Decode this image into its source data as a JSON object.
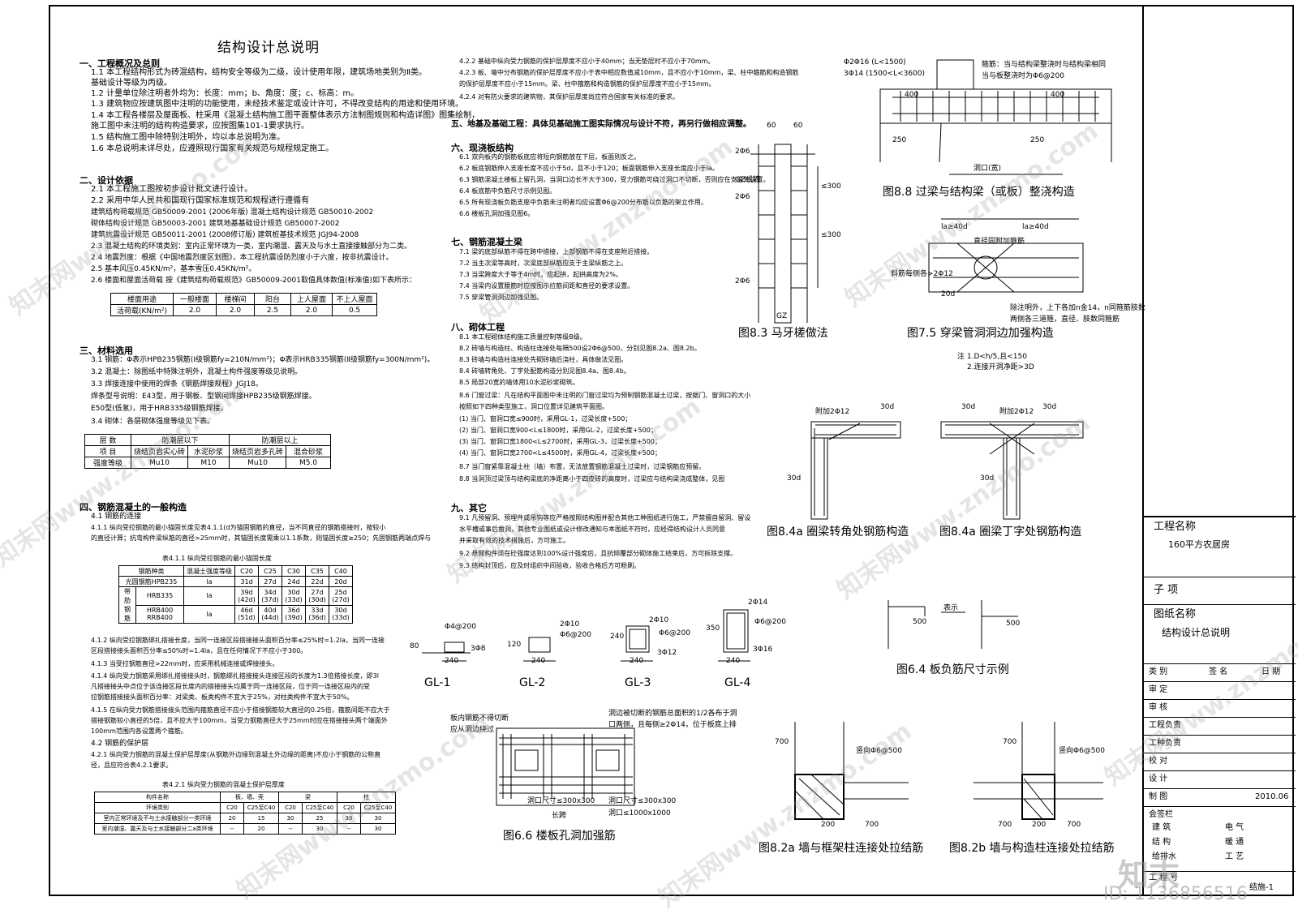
{
  "title": "结构设计总说明",
  "s1": {
    "head": "一、工程概况及总则",
    "lines": [
      "1.1  本工程结构形式为砖混结构，结构安全等级为二级，设计使用年限，建筑场地类别为Ⅱ类。",
      "      基础设计等级为丙级。",
      "1.2  计量单位除注明者外均为：长度：mm；b、角度：度；c、标高：m。",
      "1.3  建筑物应按建筑图中注明的功能使用，未经技术鉴定或设计许可，不得改变结构的用途和使用环境。",
      "1.4  本工程各楼层及屋面板、柱采用《混凝土结构施工图平面整体表示方法制图规则和构造详图》图集绘制，",
      "      施工图中未注明的结构构造要求，应按图集101-1要求执行。",
      "1.5  结构施工图中除特别注明外，均以本总说明为准。",
      "1.6  本总说明未详尽处，应遵照现行国家有关规范与规程规定施工。"
    ]
  },
  "s2": {
    "head": "二、设计依据",
    "lines": [
      "2.1  本工程施工图按初步设计批文进行设计。",
      "2.2  采用中华人民共和国现行国家标准规范和规程进行遵循有",
      "        建筑结构荷载规范 GB50009-2001 (2006年版)          混凝土结构设计规范 GB50010-2002",
      "        砌体结构设计规范 GB50003-2001                         建筑地基基础设计规范 GB50007-2002",
      "        建筑抗震设计规范 GB50011-2001 (2008修订版)       建筑桩基技术规范 JGJ94-2008",
      "2.3  混凝土结构的环境类别：室内正常环境为一类，室内潮湿、露天及与水土直接接触部分为二类。",
      "2.4  地震烈度：根据《中国地震烈度区划图》，本工程抗震设防烈度小于六度，按非抗震设计。",
      "2.5  基本风压0.45KN/m²，基本雪压0.45KN/m²。",
      "2.6  楼面和屋面活荷载 按《建筑结构荷载规范》GB50009-2001取值具体数值(标准值)如下表所示："
    ],
    "load_headers": [
      "楼面用途",
      "一般楼面",
      "楼梯间",
      "阳台",
      "上人屋面",
      "不上人屋面"
    ],
    "load_row": [
      "活荷载(KN/m²)",
      "2.0",
      "2.0",
      "2.5",
      "2.0",
      "0.5"
    ]
  },
  "s3": {
    "head": "三、材料选用",
    "lines": [
      "3.1  钢筋：Φ表示HPB235钢筋(Ⅰ级钢筋fy=210N/mm²)；Φ表示HRB335钢筋(Ⅱ级钢筋fy=300N/mm²)。",
      "3.2  混凝土：除图纸中特殊注明外，混凝土构件强度等级见说明。",
      "3.3  焊接连接中使用的焊条《钢筋焊接规程》JGJ18。",
      "      焊条型号说明：E43型，用于钢板、型钢间焊接HPB235级钢筋焊接。",
      "      E50型(低氢)，用于HRB335级钢筋焊接。",
      "3.4  砌体：各层砌体强度等级见下表。"
    ],
    "mat_top": [
      "层 数",
      "防潮层以下",
      "防潮层以上"
    ],
    "mat_row1": [
      "项  目",
      "烧结页岩实心砖",
      "水泥砂浆",
      "烧结页岩多孔砖",
      "混合砂浆"
    ],
    "mat_row2": [
      "强度等级",
      "Mu10",
      "M10",
      "Mu10",
      "M5.0"
    ]
  },
  "s4": {
    "head": "四、钢筋混凝土的一般构造",
    "lines": [
      "4.1  钢筋的连接",
      "4.1.1  纵向受拉钢筋的最小锚固长度见表4.1.1(d为锚固钢筋的直径，当不同直径的钢筋搭接时，按较小",
      "         的直径计算；抗弯构件梁纵筋的直径>25mm时，其锚固长度需乘以1.1系数，则锚固长度≥250；先固钢筋两端点焊与",
      "表4.1.1  纵向受拉钢筋的最小锚固长度"
    ],
    "anchor_headers": [
      "钢筋种类",
      "混凝土强度等级",
      "C20",
      "C25",
      "C30",
      "C35",
      "C40"
    ],
    "anchor_rows": [
      [
        "光圆钢筋HPB235",
        "la",
        "31d",
        "27d",
        "24d",
        "22d",
        "20d"
      ],
      [
        "HRB335",
        "la",
        "39d (42d)",
        "34d (37d)",
        "30d (33d)",
        "27d (30d)",
        "25d (27d)"
      ],
      [
        "HRB400 RRB400",
        "la",
        "46d (51d)",
        "40d (44d)",
        "36d (39d)",
        "33d (36d)",
        "30d (33d)"
      ]
    ],
    "anchor_group": "带肋钢筋",
    "lines2": [
      "4.1.2  纵向受拉钢筋绑扎搭接长度，当同一连接区段搭接接头面积百分率≤25%时=1.2la，当同一连接",
      "         区段搭接接头面积百分率≤50%时=1.4la，且在任何情况下不应小于300。",
      "4.1.3  当受拉钢筋直径>22mm时，应采用机械连接或焊接接头。",
      "4.1.4  纵向受力钢筋采用绑扎搭接接头时，钢筋绑扎搭接接头连接区段的长度为1.3倍搭接长度，即3l",
      "         凡搭接接头中点位于该连接区段长度内的搭接接头均属于同一连接区段，位于同一连接区段内的受",
      "         拉钢筋搭接接头面积百分率：对梁类、板类构件不宜大于25%，对柱类构件不宜大于50%。",
      "4.1.5  在纵向受力钢筋搭接接头范围内箍筋直径不应小于搭接钢筋较大直径的0.25倍，箍筋间距不应大于",
      "         搭接钢筋较小直径的5倍，且不应大于100mm，当受力钢筋直径大于25mm时应在搭接接头两个端面外",
      "         100mm范围内各设置两个箍筋。",
      "4.2  钢筋的保护层",
      "4.2.1  纵向受力钢筋的混凝土保护层厚度(从钢筋外边缘到混凝土外边缘的距离)不应小于钢筋的公称直",
      "         径，且应符合表4.2.1要求。",
      "表4.2.1  纵向受力钢筋的混凝土保护层厚度"
    ],
    "cover_headers": [
      "构件名称",
      "板、墙、壳",
      "梁",
      "柱"
    ],
    "cover_sub": [
      "环境类别",
      "C20",
      "C25至C40",
      "C20",
      "C25至C40",
      "C20",
      "C25至C40"
    ],
    "cover_rows": [
      [
        "室内正常环境及不与土水接触部分一类环境",
        "20",
        "15",
        "30",
        "25",
        "30",
        "30"
      ],
      [
        "室内潮湿、露天及与土水接触部分二a类环境",
        "--",
        "20",
        "--",
        "30",
        "--",
        "30"
      ]
    ]
  },
  "s4b": [
    "4.2.2  基础中纵向受力钢筋的保护层厚度不应小于40mm；当无垫层时不应小于70mm。",
    "4.2.3  板、墙中分布钢筋的保护层厚度不应小于表中相应数值减10mm，且不应小于10mm，梁、柱中箍筋和构造钢筋",
    "         的保护层厚度不应小于15mm。梁、柱中箍筋和构造钢筋的保护层厚度不应小于15mm。",
    "4.2.4  对有防火要求的建筑物，其保护层厚度尚应符合国家有关标准的要求。"
  ],
  "s5": {
    "head": "五、地基及基础工程：具体见基础施工图实际情况与设计不符，再另行做相应调整。"
  },
  "s6": {
    "head": "六、现浇板结构",
    "lines": [
      "6.1  双向板内的钢筋板底应将短向钢筋放在下层，板面则反之。",
      "6.2  板底钢筋伸入支座长度不应小于5d，且不小于120；板面钢筋伸入支座长度应小于la。",
      "6.3  钢筋混凝土楼板上留孔洞，当洞口边长不大于300，受力钢筋可绕过洞口不切断，否则应在支座处设置。",
      "6.4  板底筋中负筋尺寸示例见图。",
      "6.5  所有现浇板负筋支座中负筋未注明者均应设置Φ6@200分布筋以负筋的架立作用。",
      "6.6  楼板孔洞加强见图6。"
    ]
  },
  "s7": {
    "head": "七、钢筋混凝土梁",
    "lines": [
      "7.1  梁的底部纵筋不得在跨中搭接，上部钢筋不得在支座附近搭接。",
      "7.2  当主次梁等高时，次梁底部纵筋应支于主梁纵筋之上。",
      "7.3  当梁跨度大于等于4m时，应起拱，起拱高度为2%。",
      "7.4  当梁内设置腰筋时应按图示拉筋间距和直径的要求设置。",
      "7.5  穿梁管洞洞边加强见图。"
    ]
  },
  "s8": {
    "head": "八、砌体工程",
    "lines": [
      "8.1  本工程砌体结构施工质量控制等级B级。",
      "8.2  砖墙与构造柱、构造柱连接处每隔500设2Φ6@500，分别见图8.2a、图8.2b。",
      "8.3  砖墙与构造柱连接处先砌砖墙后浇柱，具体做法见图。",
      "8.4  砖墙转角处、丁字处配筋构造分别见图8.4a、图8.4b。",
      "8.5  局部20宽的墙体用10水泥砂浆砌筑。",
      "8.6  门窗过梁：凡在结构平面图中未注明的门窗过梁均为预制钢筋混凝土过梁，按据门、窗洞口的大小",
      "       按照如下四种类型施工，洞口位置详见建筑平面图。",
      "       (1) 当门、窗洞口宽≤900时，采用GL-1，过梁长度+500；",
      "       (2) 当门、窗洞口宽900<L≤1800时，采用GL-2，过梁长度+500；",
      "       (3) 当门、窗洞口宽1800<L≤2700时，采用GL-3，过梁长度+500；",
      "       (4) 当门、窗洞口宽2700<L≤4500时，采用GL-4，过梁长度+500；",
      "8.7  当门窗紧靠混凝土柱（墙）布置，无法放置钢筋混凝土过梁时，过梁钢筋应预留。",
      "8.8  当洞顶过梁顶与结构梁底的净距离小于四皮砖的高度时，过梁应与结构梁浇成整体，见图"
    ]
  },
  "s9": {
    "head": "九、其它",
    "lines": [
      "9.1  凡预留洞、预埋件或吊钩等应严格按照结构图并配合其他工种图纸进行施工，严禁擅自留洞、留设",
      "       水平槽或事后凿洞，其他专业图纸或设计修改通知与本图纸不符时，应经得结构设计人员同意",
      "       并采取有效的技术措施后，方可施工。",
      "9.2  悬臂构件须在砼强度达到100%设计强度后，且抗倾覆部分砌体施工结束后，方可拆除支撑。",
      "9.3  结构封顶后，应及时组织中间验收，验收合格后方可粉刷。"
    ]
  },
  "figs": {
    "f83": "图8.3 马牙槎做法",
    "f88": "图8.8 过梁与结构梁（或板）整浇构造",
    "f75": "图7.5 穿梁管洞洞边加强构造",
    "f75note1": "注 1.D<h/5,且<150",
    "f75note2": "2.连接开洞净距>3D",
    "f84a": "图8.4a 圈梁转角处钢筋构造",
    "f84b": "图8.4a 圈梁丁字处钢筋构造",
    "f64": "图6.4 板负筋尺寸示例",
    "f66": "图6.6 楼板孔洞加强筋",
    "f82a": "图8.2a 墙与框架柱连接处拉结筋",
    "f82b": "图8.2b 墙与构造柱连接处拉结筋",
    "gl": [
      "GL-1",
      "GL-2",
      "GL-3",
      "GL-4"
    ],
    "dims": {
      "d60": "60",
      "gz": "GZ",
      "gzcl": "GZ或墙",
      "phi6": "2Φ6",
      "le300": "≤300",
      "d250": "250",
      "d400": "400",
      "d500": "500",
      "d700": "700",
      "d200": "200",
      "d240": "240",
      "d120": "120",
      "d80": "80",
      "d350": "350",
      "d30d": "30d",
      "d20d": "20d",
      "la40": "la≥40d",
      "hole": "洞口(宽)",
      "gl1a": "Φ4@200",
      "gl1b": "3Φ8",
      "gl2a": "2Φ10",
      "gl2b": "Φ6@200",
      "gl3a": "2Φ10",
      "gl3b": "Φ6@200",
      "gl3c": "3Φ12",
      "gl4a": "2Φ14",
      "gl4b": "Φ6@200",
      "gl4c": "3Φ16",
      "ring": "附加2Φ12",
      "vert": "竖向Φ6@500",
      "hole1": "洞口尺寸≤300x300",
      "hole2": "洞口尺寸≤300x300",
      "hole3": "洞口≤1000x1000",
      "long": "长跨",
      "cut": "板内钢筋不得切断",
      "bypass": "应从洞边绕过",
      "note66a": "洞边被切断的钢筋总面积的1/2各布于洞",
      "note66b": "口两侧，且每侧≥2Φ14，位于板底上排",
      "note88a": "Φ2Φ16 (L<1500)",
      "note88b": "3Φ14 (1500<L<3600)",
      "note88c": "箍筋：当与结构梁整浇时与结构梁相同",
      "note88d": "当与板整浇时为Φ6@200",
      "note75a": "斜筋每侧各>2Φ12",
      "note75b": "除注明外，上下各加n金14，n同箍筋肢数",
      "note75c": "两侧各三道箍，直径、肢数同箍筋",
      "note75d": "直径同附加箍筋",
      "arrow": "表示"
    }
  },
  "tb": {
    "project_label": "工程名称",
    "project": "160平方农居房",
    "sub_label": "子 项",
    "drawing_label": "图纸名称",
    "drawing": "结构设计总说明",
    "sign_headers": [
      "类  别",
      "签  名",
      "日  期"
    ],
    "roles": [
      "审  定",
      "审  核",
      "工程负责",
      "工种负责",
      "校  对",
      "设  计",
      "制  图"
    ],
    "date": "2010.06",
    "cosign": "会签栏",
    "cos": [
      "建  筑",
      "电  气",
      "结  构",
      "暖  通",
      "给排水",
      "工  艺"
    ],
    "projno": "工 程 号",
    "sheet": "结施-1"
  },
  "watermark": {
    "text": "知末网www.znzmo.com",
    "logo": "知末",
    "id": "ID: 1136856516"
  }
}
